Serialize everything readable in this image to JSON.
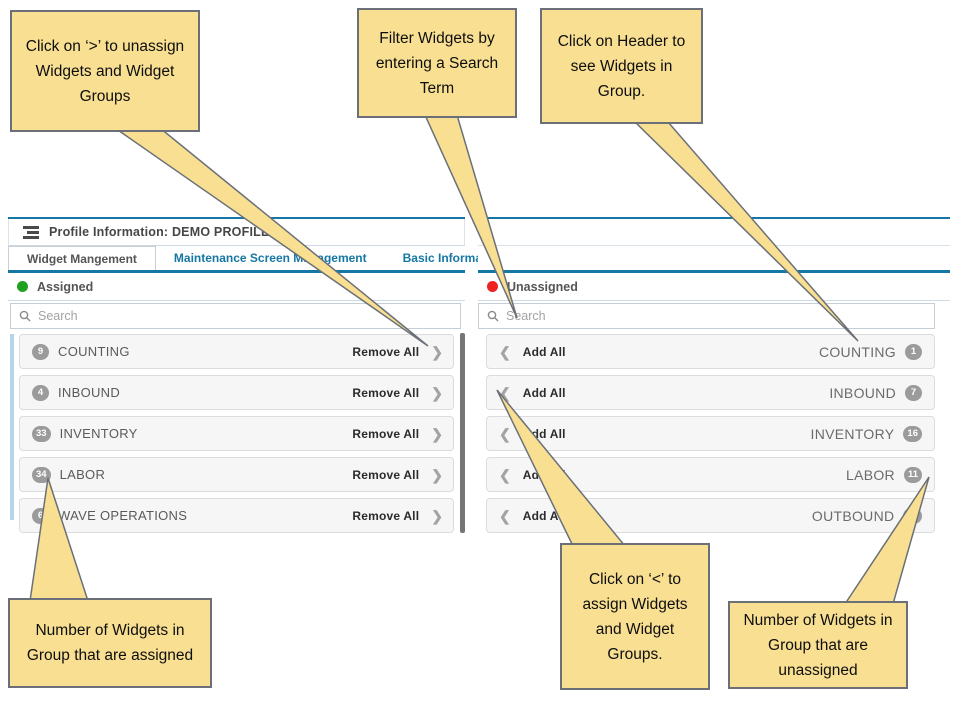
{
  "callouts": {
    "top_left": "Click on ‘>’ to unassign Widgets and Widget Groups",
    "top_middle": "Filter Widgets by entering a Search Term",
    "top_right": "Click on Header to see Widgets in Group.",
    "bottom_left": "Number of Widgets in Group that are assigned",
    "bottom_middle": "Click on ‘<’ to assign Widgets and Widget Groups.",
    "bottom_right": "Number of Widgets in Group that are unassigned"
  },
  "header": {
    "title": "Profile Information: DEMO PROFILE",
    "icon": "list-icon"
  },
  "tabs": [
    {
      "label": "Widget Mangement",
      "active": true
    },
    {
      "label": "Maintenance Screen Management",
      "active": false
    },
    {
      "label": "Basic Information",
      "active": false
    }
  ],
  "assigned_panel": {
    "section_label": "Assigned",
    "search_placeholder": "Search",
    "groups": [
      {
        "count": "9",
        "name": "COUNTING",
        "action": "Remove All"
      },
      {
        "count": "4",
        "name": "INBOUND",
        "action": "Remove All"
      },
      {
        "count": "33",
        "name": "INVENTORY",
        "action": "Remove All"
      },
      {
        "count": "34",
        "name": "LABOR",
        "action": "Remove All"
      },
      {
        "count": "6",
        "name": "WAVE OPERATIONS",
        "action": "Remove All"
      }
    ]
  },
  "unassigned_panel": {
    "section_label": "Unassigned",
    "search_placeholder": "Search",
    "groups": [
      {
        "action": "Add All",
        "name": "COUNTING",
        "count": "1"
      },
      {
        "action": "Add All",
        "name": "INBOUND",
        "count": "7"
      },
      {
        "action": "Add All",
        "name": "INVENTORY",
        "count": "16"
      },
      {
        "action": "Add All",
        "name": "LABOR",
        "count": "11"
      },
      {
        "action": "Add All",
        "name": "OUTBOUND",
        "count": "14"
      }
    ]
  },
  "icons": {
    "chevron_right": "❯",
    "chevron_left": "❮"
  },
  "colors": {
    "accent_teal": "#1577a4",
    "callout_fill": "#f8df92",
    "callout_border": "#6b7078",
    "badge_gray": "#9b9b9b",
    "assigned_dot": "#1fa11f",
    "unassigned_dot": "#ee2222"
  }
}
